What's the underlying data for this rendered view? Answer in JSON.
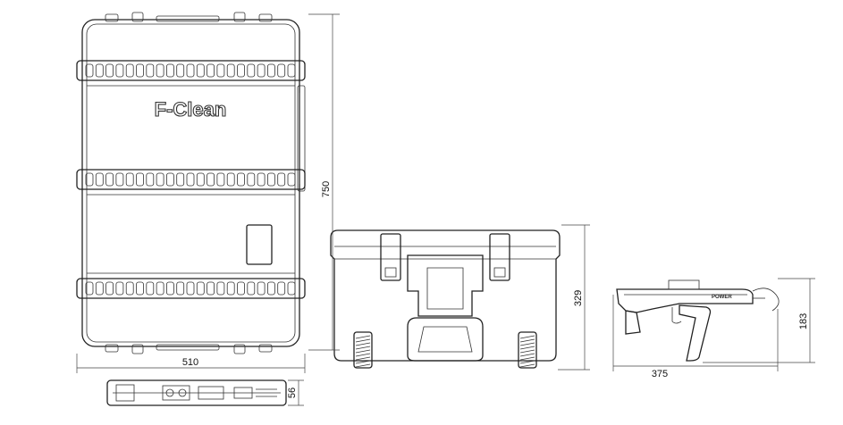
{
  "drawing": {
    "brand_label": "F-Clean",
    "gun_label": "POWER"
  },
  "dimensions": {
    "case_height": "750",
    "case_width": "510",
    "case_thickness": "56",
    "front_height": "329",
    "gun_height": "183",
    "gun_length": "375"
  }
}
